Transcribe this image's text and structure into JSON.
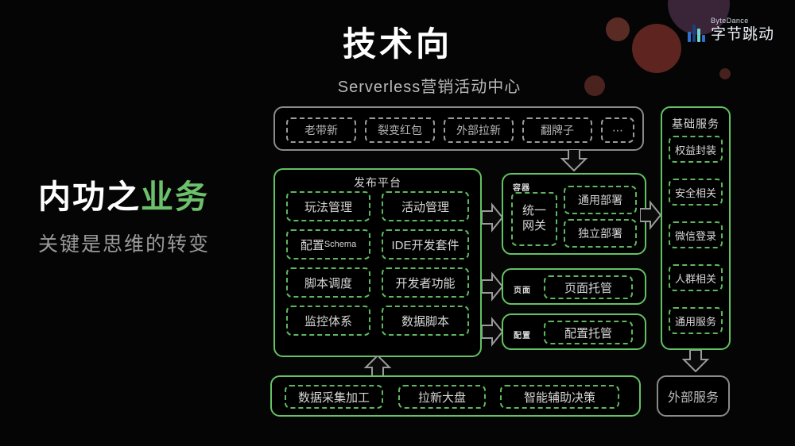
{
  "slide": {
    "title": "技术向",
    "subtitle": "Serverless营销活动中心",
    "lead_main_white": "内功之",
    "lead_main_accent": "业务",
    "lead_sub": "关键是思维的转变",
    "accent_color": "#6cbf6b",
    "green_border": "#63c263",
    "gray_border": "#8a8a8a",
    "background": "#050505"
  },
  "logo": {
    "en": "ByteDance",
    "cn": "字节跳动",
    "bar_colors": [
      "#2f6fd0",
      "#1e3f7a",
      "#6fd6cf",
      "#2f6fd0"
    ]
  },
  "diagram": {
    "activities": {
      "items": [
        "老带新",
        "裂变红包",
        "外部拉新",
        "翻牌子",
        "⋯"
      ]
    },
    "publish_platform": {
      "label": "发布平台",
      "items": [
        "玩法管理",
        "活动管理",
        "配置Schema",
        "IDE开发套件",
        "脚本调度",
        "开发者功能",
        "监控体系",
        "数据脚本"
      ],
      "schema_cn": "配置",
      "schema_en": "Schema"
    },
    "container": {
      "label": "容器",
      "gateway_line1": "统一",
      "gateway_line2": "网关",
      "items": [
        "通用部署",
        "独立部署"
      ]
    },
    "page_row": {
      "label": "页面",
      "item": "页面托管"
    },
    "config_row": {
      "label": "配置",
      "item": "配置托管"
    },
    "base_services": {
      "header": "基础服务",
      "items": [
        "权益封装",
        "安全相关",
        "微信登录",
        "人群相关",
        "通用服务"
      ]
    },
    "external_service": "外部服务",
    "data_row": {
      "items": [
        "数据采集加工",
        "拉新大盘",
        "智能辅助决策"
      ]
    }
  }
}
